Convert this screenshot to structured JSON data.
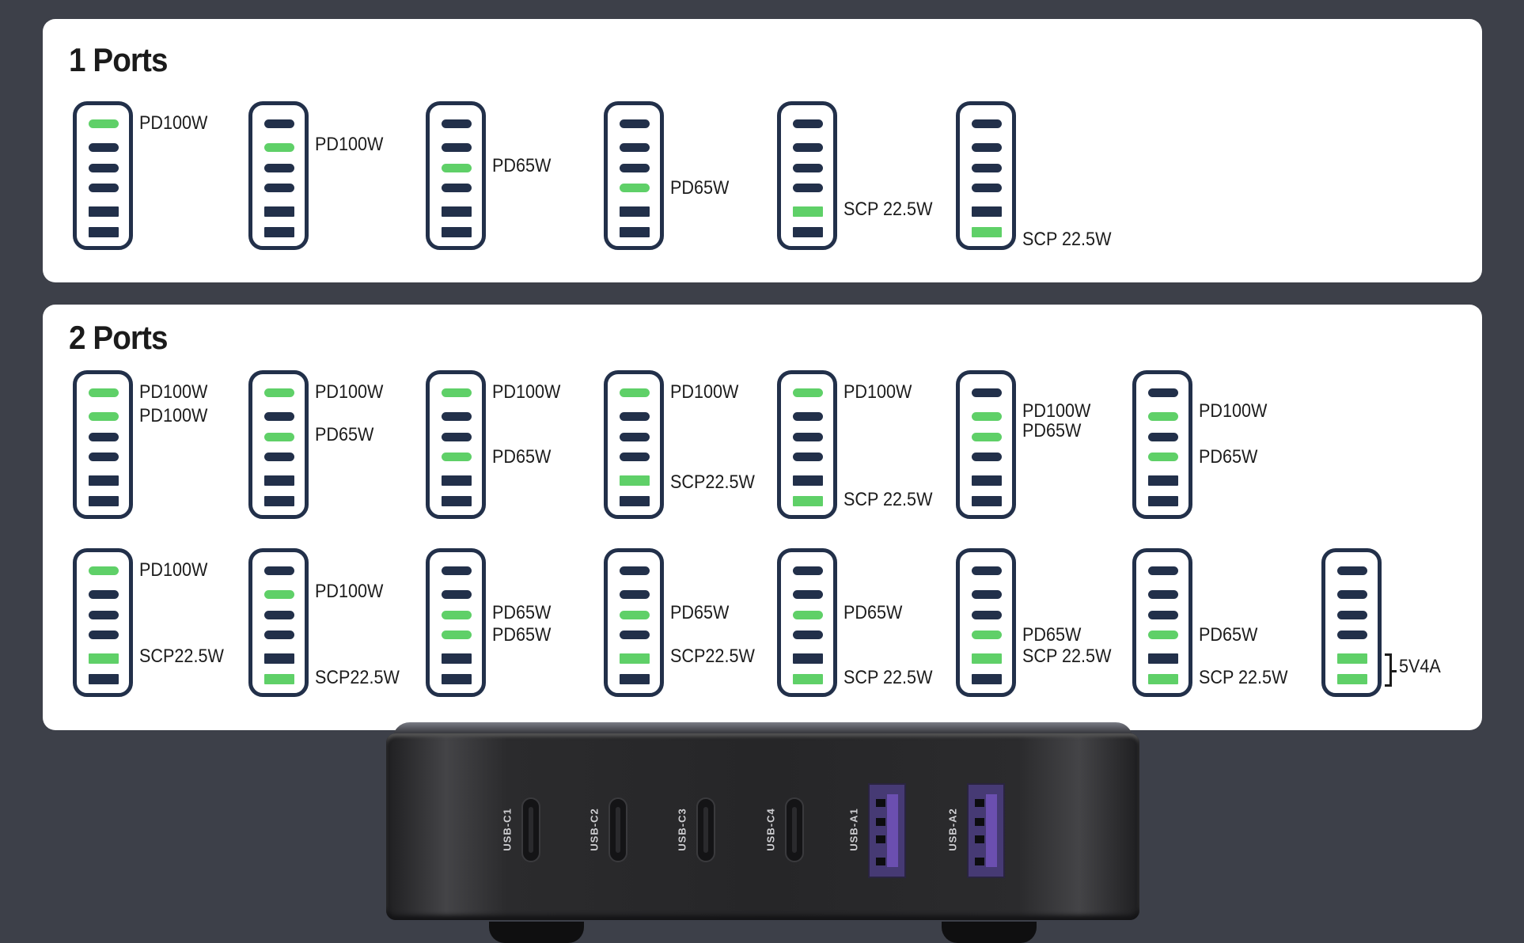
{
  "colors": {
    "background": "#3d4049",
    "panel": "#ffffff",
    "icon_outline": "#22304a",
    "active": "#5fd068",
    "usb_a": "#463a74"
  },
  "panels": [
    {
      "title": "1 Ports",
      "rows": [
        [
          {
            "active": [
              0
            ],
            "labels": [
              {
                "text": "PD100W",
                "slot": 0
              }
            ]
          },
          {
            "active": [
              1
            ],
            "labels": [
              {
                "text": "PD100W",
                "slot": 1
              }
            ]
          },
          {
            "active": [
              2
            ],
            "labels": [
              {
                "text": "PD65W",
                "slot": 2
              }
            ]
          },
          {
            "active": [
              3
            ],
            "labels": [
              {
                "text": "PD65W",
                "slot": 3
              }
            ]
          },
          {
            "active": [
              4
            ],
            "labels": [
              {
                "text": "SCP 22.5W",
                "slot": 4
              }
            ]
          },
          {
            "active": [
              5
            ],
            "labels": [
              {
                "text": "SCP 22.5W",
                "slot": 5.4
              }
            ]
          }
        ]
      ]
    },
    {
      "title": "2 Ports",
      "rows": [
        [
          {
            "active": [
              0,
              1
            ],
            "labels": [
              {
                "text": "PD100W",
                "slot": 0
              },
              {
                "text": "PD100W",
                "slot": 1.1
              }
            ]
          },
          {
            "active": [
              0,
              2
            ],
            "labels": [
              {
                "text": "PD100W",
                "slot": 0
              },
              {
                "text": "PD65W",
                "slot": 2
              }
            ]
          },
          {
            "active": [
              0,
              3
            ],
            "labels": [
              {
                "text": "PD100W",
                "slot": 0
              },
              {
                "text": "PD65W",
                "slot": 3
              }
            ]
          },
          {
            "active": [
              0,
              4
            ],
            "labels": [
              {
                "text": "PD100W",
                "slot": 0
              },
              {
                "text": "SCP22.5W",
                "slot": 4.2
              }
            ]
          },
          {
            "active": [
              0,
              5
            ],
            "labels": [
              {
                "text": "PD100W",
                "slot": 0
              },
              {
                "text": "SCP 22.5W",
                "slot": 5
              }
            ]
          },
          {
            "active": [
              1,
              2
            ],
            "labels": [
              {
                "text": "PD100W",
                "slot": 0.9
              },
              {
                "text": "PD65W",
                "slot": 1.8
              }
            ]
          },
          {
            "active": [
              1,
              3
            ],
            "labels": [
              {
                "text": "PD100W",
                "slot": 0.9
              },
              {
                "text": "PD65W",
                "slot": 3
              }
            ]
          }
        ],
        [
          {
            "active": [
              0,
              4
            ],
            "labels": [
              {
                "text": "PD100W",
                "slot": 0
              },
              {
                "text": "SCP22.5W",
                "slot": 4
              }
            ]
          },
          {
            "active": [
              1,
              5
            ],
            "labels": [
              {
                "text": "PD100W",
                "slot": 1
              },
              {
                "text": "SCP22.5W",
                "slot": 5
              }
            ]
          },
          {
            "active": [
              2,
              3
            ],
            "labels": [
              {
                "text": "PD65W",
                "slot": 2
              },
              {
                "text": "PD65W",
                "slot": 3
              }
            ]
          },
          {
            "active": [
              2,
              4
            ],
            "labels": [
              {
                "text": "PD65W",
                "slot": 2
              },
              {
                "text": "SCP22.5W",
                "slot": 4
              }
            ]
          },
          {
            "active": [
              2,
              5
            ],
            "labels": [
              {
                "text": "PD65W",
                "slot": 2
              },
              {
                "text": "SCP 22.5W",
                "slot": 5
              }
            ]
          },
          {
            "active": [
              3,
              4
            ],
            "labels": [
              {
                "text": "PD65W",
                "slot": 3
              },
              {
                "text": "SCP 22.5W",
                "slot": 4
              }
            ]
          },
          {
            "active": [
              3,
              5
            ],
            "labels": [
              {
                "text": "PD65W",
                "slot": 3
              },
              {
                "text": "SCP 22.5W",
                "slot": 5
              }
            ]
          },
          {
            "active": [
              4,
              5
            ],
            "labels": [
              {
                "text": "5V4A",
                "slot": 4.5
              }
            ],
            "bracket": true
          }
        ]
      ]
    }
  ],
  "charger": {
    "ports": [
      {
        "type": "usb-c",
        "label": "USB-C1"
      },
      {
        "type": "usb-c",
        "label": "USB-C2"
      },
      {
        "type": "usb-c",
        "label": "USB-C3"
      },
      {
        "type": "usb-c",
        "label": "USB-C4"
      },
      {
        "type": "usb-a",
        "label": "USB-A1"
      },
      {
        "type": "usb-a",
        "label": "USB-A2"
      }
    ]
  }
}
